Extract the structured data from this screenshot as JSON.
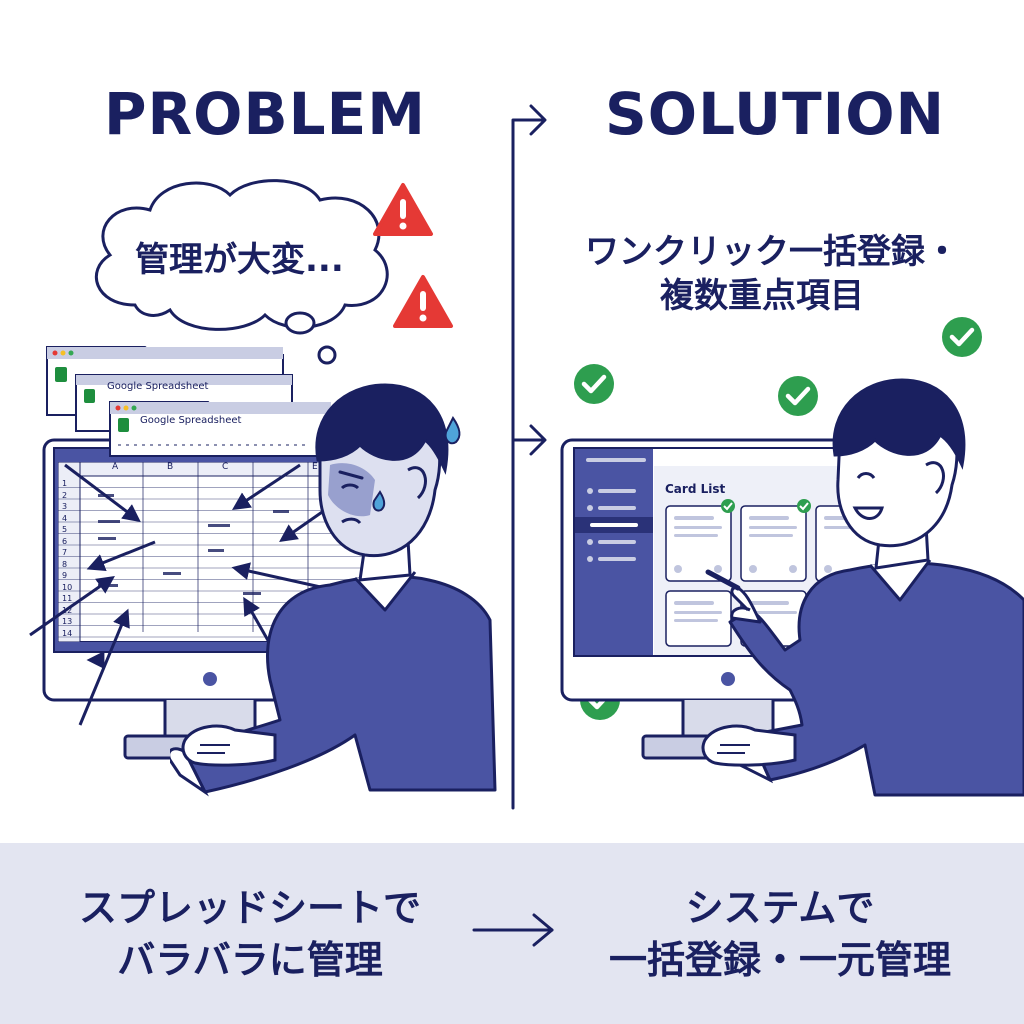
{
  "headings": {
    "problem": "PROBLEM",
    "solution": "SOLUTION"
  },
  "problem": {
    "thought_bubble": "管理が大変...",
    "windows": [
      {
        "title": ""
      },
      {
        "title": "Google Spreadsheet"
      },
      {
        "title": "Google Spreadsheet"
      }
    ],
    "sheet_columns": [
      "A",
      "B",
      "C",
      "E"
    ],
    "sheet_rows": [
      "1",
      "2",
      "3",
      "4",
      "5",
      "6",
      "7",
      "8",
      "9",
      "10",
      "11",
      "12",
      "13",
      "14"
    ],
    "warning_icon": "warning-triangle-icon"
  },
  "solution": {
    "feature_text_line1": "ワンクリック一括登録・",
    "feature_text_line2": "複数重点項目",
    "app_title": "Card List",
    "check_icon": "check-circle-icon"
  },
  "bottom": {
    "left_line1": "スプレッドシートで",
    "left_line2": "バラバラに管理",
    "right_line1": "システムで",
    "right_line2": "一括登録・一元管理"
  },
  "colors": {
    "navy": "#1a2060",
    "suit": "#4a54a3",
    "band": "#e3e5f1",
    "warning": "#e53935",
    "check": "#2e9e4f",
    "sidebar": "#4a54a3",
    "sheet_green": "#1e8e3e"
  }
}
